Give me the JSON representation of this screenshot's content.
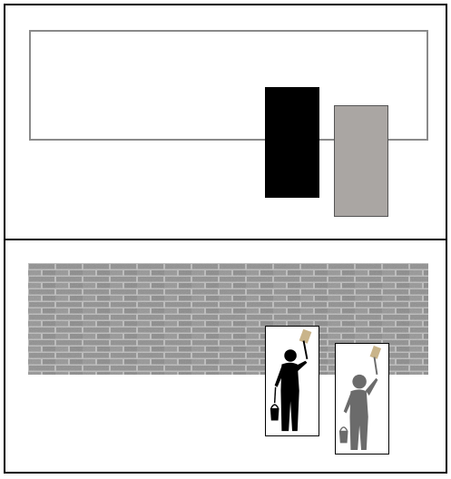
{
  "panels": [
    {
      "id": "top",
      "description_elements": [
        "wall-outline",
        "black-rectangle",
        "gray-rectangle"
      ]
    },
    {
      "id": "bottom",
      "description_elements": [
        "brick-wall",
        "painter-figure-black",
        "painter-figure-gray"
      ]
    }
  ],
  "colors": {
    "frame": "#000000",
    "wall_outline": "#8a8a8a",
    "black_block": "#000000",
    "gray_block": "#aaa6a3",
    "brick_base": "#9a9a9a",
    "brick_mortar": "#c8c8c8",
    "painter_black": "#000000",
    "painter_gray": "#6b6b6b",
    "roller_color": "#c9b48a"
  },
  "icons": {
    "painter_1": "painter-with-roller-icon",
    "painter_2": "painter-with-roller-icon"
  }
}
